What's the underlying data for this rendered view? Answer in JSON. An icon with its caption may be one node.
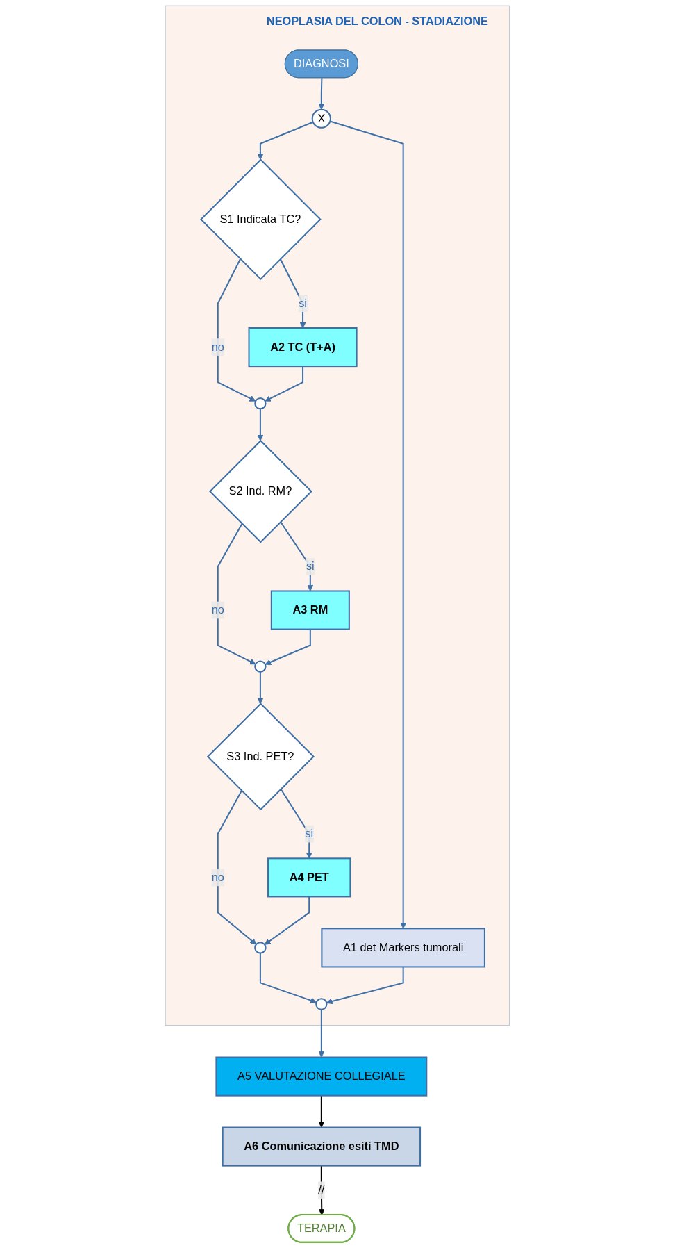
{
  "diagram": {
    "nodes": [
      {
        "text": [
          "NEOPLASIA DEL COLON - STADIAZIONE"
        ]
      },
      {
        "text": [
          "DIAGNOSI"
        ],
        "in": 0
      },
      {
        "text": [
          "X"
        ],
        "in": 0
      },
      {
        "text": [
          "A1 det Markers tumorali"
        ],
        "in": 0
      },
      {
        "text": [
          "S1 Indicata TC?"
        ],
        "in": 0
      },
      {
        "text": [
          "A2 TC (T+A)"
        ],
        "in": 0
      },
      {
        "text": [],
        "shape": "circle",
        "in": 0
      },
      {
        "text": [
          "S2 Ind. RM?"
        ],
        "in": 0
      },
      {
        "text": [
          "A3 RM"
        ],
        "in": 0
      },
      {
        "text": [],
        "shape": "circle",
        "in": 0
      },
      {
        "text": [
          "S3 Ind. PET?"
        ],
        "in": 0
      },
      {
        "text": [
          "A4 PET"
        ],
        "in": 0
      },
      {
        "text": [],
        "shape": "circle",
        "in": 0
      },
      {
        "text": [],
        "shape": "circle",
        "in": 0
      },
      {
        "text": [
          "A5 VALUTAZIONE COLLEGIALE"
        ]
      },
      {
        "text": [
          "A6 Comunicazione esiti TMD"
        ]
      },
      {
        "text": [
          "TERAPIA"
        ]
      }
    ],
    "edges": [
      {
        "from": 1,
        "to": 2,
        "arrow": "to"
      },
      {
        "from": 2,
        "to": 3,
        "arrow": "to"
      },
      {
        "from": 2,
        "to": 4,
        "arrow": "to"
      },
      {
        "from": 4,
        "to": 5,
        "arrow": "to",
        "label": "si"
      },
      {
        "from": 4,
        "to": 6,
        "arrow": "to",
        "label": "no"
      },
      {
        "from": 5,
        "to": 6,
        "arrow": "to"
      },
      {
        "from": 6,
        "to": 7,
        "arrow": "to"
      },
      {
        "from": 7,
        "to": 8,
        "arrow": "to",
        "label": "si"
      },
      {
        "from": 7,
        "to": 9,
        "arrow": "to",
        "label": "no"
      },
      {
        "from": 8,
        "to": 9,
        "arrow": "to"
      },
      {
        "from": 9,
        "to": 10,
        "arrow": "to"
      },
      {
        "from": 10,
        "to": 11,
        "arrow": "to",
        "label": "si"
      },
      {
        "from": 10,
        "to": 12,
        "arrow": "to",
        "label": "no"
      },
      {
        "from": 11,
        "to": 12,
        "arrow": "to"
      },
      {
        "from": 12,
        "to": 13,
        "arrow": "to"
      },
      {
        "from": 3,
        "to": 13,
        "arrow": "to"
      },
      {
        "from": 13,
        "to": 14,
        "arrow": "to"
      },
      {
        "from": 14,
        "to": 15,
        "arrow": "to",
        "color": "#000000"
      },
      {
        "from": 15,
        "to": 16,
        "arrow": "to",
        "label": "//",
        "color": "#000000"
      }
    ]
  }
}
